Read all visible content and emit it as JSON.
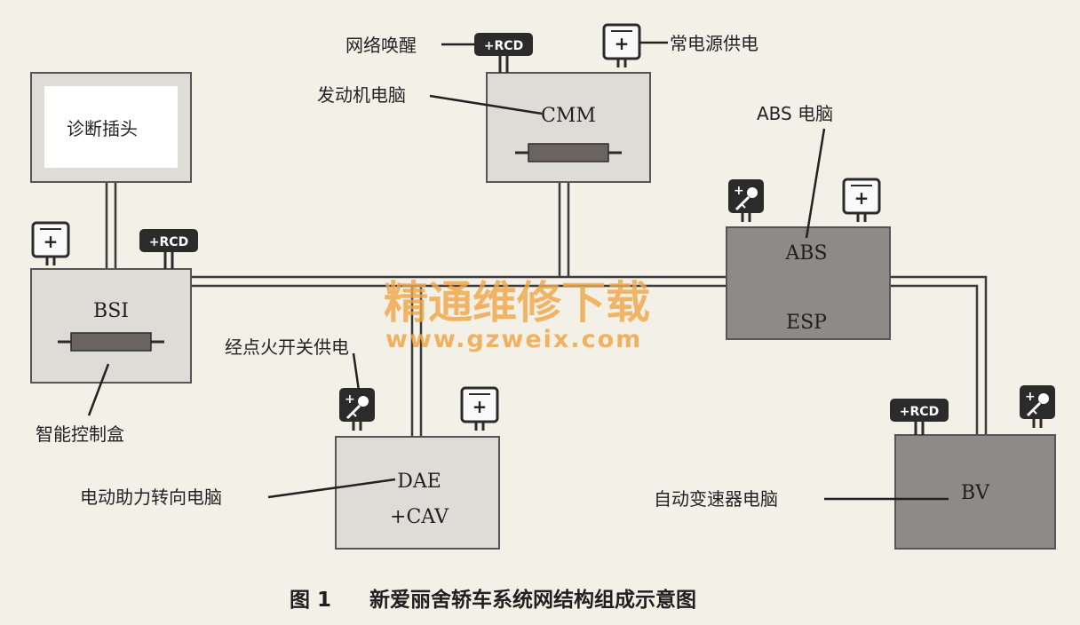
{
  "labels": {
    "diag_plug": "诊断插头",
    "network_wake": "网络唤醒",
    "constant_power": "常电源供电",
    "engine_ecu": "发动机电脑",
    "abs_ecu": "ABS 电脑",
    "ignition_power": "经点火开关供电",
    "smart_box": "智能控制盒",
    "eps_ecu": "电动助力转向电脑",
    "at_ecu": "自动变速器电脑"
  },
  "modules": {
    "cmm": "CMM",
    "bsi": "BSI",
    "abs": "ABS",
    "esp": "ESP",
    "dae": "DAE",
    "cav": "+CAV",
    "bv": "BV"
  },
  "badges": {
    "rcd": "+RCD",
    "plus": "+"
  },
  "watermark": {
    "cn": "精通维修下载",
    "url": "www.gzweix.com"
  },
  "caption": {
    "number": "图 1",
    "title": "新爱丽舍轿车系统网结构组成示意图"
  },
  "colors": {
    "background": "#f3f0e8",
    "light_box": "#dedcd6",
    "dark_box": "#8d8b87",
    "badge": "#2b2b2b",
    "watermark": "#f0a84a"
  },
  "icons": [
    "battery-plus-icon",
    "ignition-key-icon",
    "rcd-badge-icon",
    "fuse-icon"
  ]
}
